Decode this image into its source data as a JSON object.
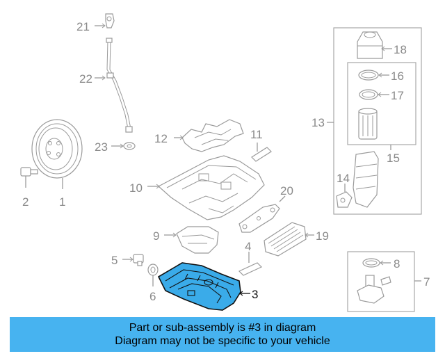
{
  "callouts": {
    "c1": "1",
    "c2": "2",
    "c3": "3",
    "c4": "4",
    "c5": "5",
    "c6": "6",
    "c7": "7",
    "c8": "8",
    "c9": "9",
    "c10": "10",
    "c11": "11",
    "c12": "12",
    "c13": "13",
    "c14": "14",
    "c15": "15",
    "c16": "16",
    "c17": "17",
    "c18": "18",
    "c19": "19",
    "c20": "20",
    "c21": "21",
    "c22": "22",
    "c23": "23"
  },
  "highlight": {
    "part": "3",
    "color": "#3aabe9"
  },
  "banner": {
    "line1": "Part or sub-assembly is #3 in diagram",
    "line2": "Diagram may not be specific to your vehicle",
    "color": "#47b3f0"
  }
}
